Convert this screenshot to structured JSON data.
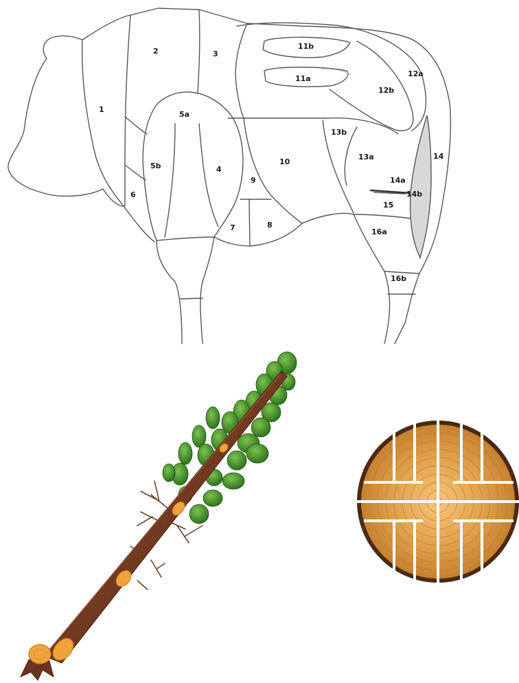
{
  "diagram": {
    "labels": [
      "1",
      "2",
      "3",
      "4",
      "5a",
      "5b",
      "6",
      "7",
      "8",
      "9",
      "10",
      "11a",
      "11b",
      "12a",
      "12b",
      "13a",
      "13b",
      "14",
      "14a",
      "14b",
      "15",
      "16a",
      "16b"
    ]
  },
  "colors": {
    "outline": "#555555",
    "trunk": "#6b3420",
    "trunk_cut": "#f2a23a",
    "foliage": "#3f8f2a",
    "foliage_dark": "#235a16",
    "wood_ring": "#d99840",
    "bark": "#4a2a14"
  },
  "icons": [
    "felled-tree-illustration",
    "log-cross-section-illustration"
  ]
}
